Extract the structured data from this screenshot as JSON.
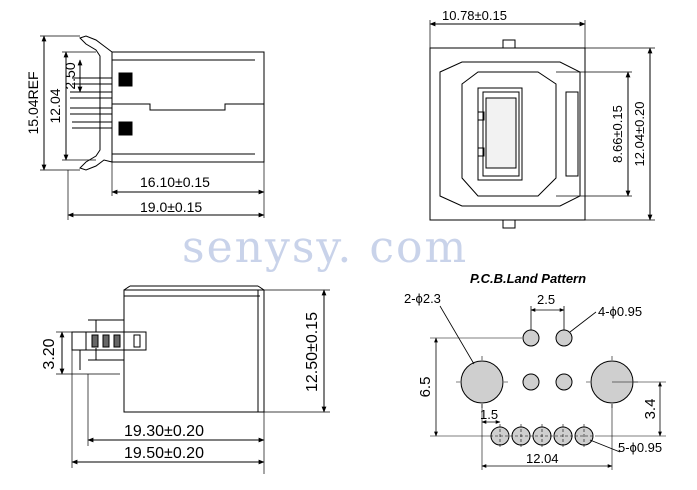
{
  "watermark": "senysy. com",
  "front_view": {
    "width_label": "10.78±0.15",
    "inner_height_label": "8.66±0.15",
    "outer_height_label": "12.04±0.20"
  },
  "side_view": {
    "ref_label": "15.04REF",
    "height_label": "12.04",
    "pitch_label": "2.50",
    "length_a_label": "16.10±0.15",
    "length_b_label": "19.0±0.15"
  },
  "bottom_view": {
    "pin_label": "3.20",
    "height_label": "12.50±0.15",
    "length_a_label": "19.30±0.20",
    "length_b_label": "19.50±0.20"
  },
  "pcb": {
    "title": "P.C.B.Land Pattern",
    "mount_holes_label": "2-ϕ2.3",
    "pin_spacing_label": "2.5",
    "signal_holes_label": "4-ϕ0.95",
    "height_label": "6.5",
    "row_offset_label": "3.4",
    "pitch_label": "1.5",
    "width_label": "12.04",
    "row_holes_label": "5-ϕ0.95"
  }
}
